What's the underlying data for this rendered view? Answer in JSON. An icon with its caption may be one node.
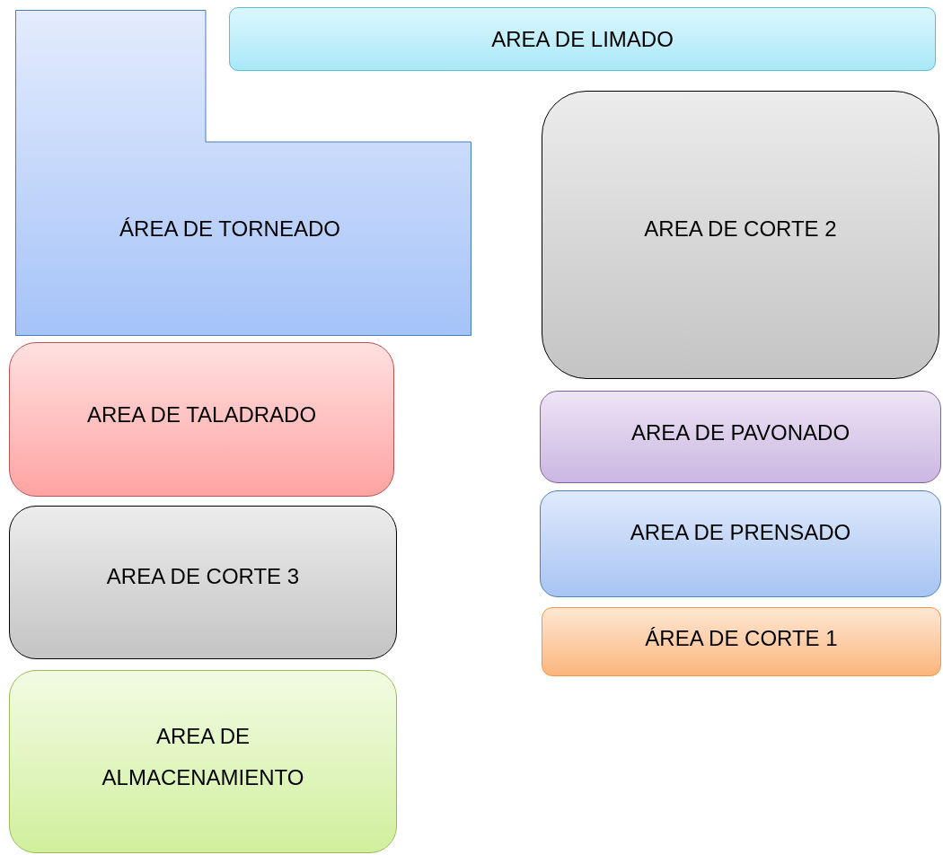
{
  "diagram": {
    "nodes": [
      {
        "text": [
          "AREA DE LIMADO"
        ]
      },
      {
        "text": [
          "ÁREA DE TORNEADO"
        ]
      },
      {
        "text": [
          "AREA DE CORTE 2"
        ]
      },
      {
        "text": [
          "AREA DE TALADRADO"
        ]
      },
      {
        "text": [
          "AREA DE PAVONADO"
        ]
      },
      {
        "text": [
          "AREA DE PRENSADO"
        ]
      },
      {
        "text": [
          "AREA DE CORTE 3"
        ]
      },
      {
        "text": [
          "ÁREA DE CORTE 1"
        ]
      },
      {
        "text": [
          "AREA DE ALMACENAMIENTO"
        ]
      }
    ]
  }
}
